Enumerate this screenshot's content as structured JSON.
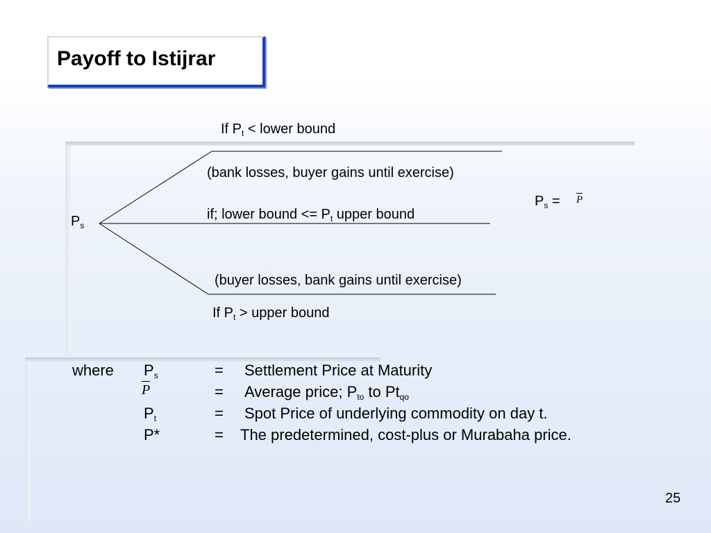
{
  "title": "Payoff to Istijrar",
  "diagram": {
    "upper_branch_label": "If P",
    "upper_branch_sub": "t",
    "upper_branch_rest": " <  lower bound",
    "upper_note": "(bank losses, buyer gains until exercise)",
    "middle_label": "if; lower bound <= P",
    "middle_sub": "t",
    "middle_rest": "  upper bound",
    "lower_note": "(buyer losses, bank gains until exercise)",
    "lower_branch_label": "If P",
    "lower_branch_sub": "t",
    "lower_branch_rest": " >  upper bound",
    "root_label": "P",
    "root_sub": "s",
    "result_label": "P",
    "result_sub": "s",
    "result_eq": " =",
    "result_symbol": "P"
  },
  "legend": {
    "where": "where",
    "rows": [
      {
        "sym": "P",
        "sub": "s",
        "eq": "=",
        "desc": "Settlement Price at Maturity"
      },
      {
        "sym": "P",
        "sub": "",
        "eq": "=",
        "desc": "Average price; P",
        "desc_sub1": "to",
        "desc_mid": " to Pt",
        "desc_sub2": "qo"
      },
      {
        "sym": "P",
        "sub": "t",
        "eq": "=",
        "desc": "Spot Price of underlying commodity on day t."
      },
      {
        "sym": "P*",
        "sub": "",
        "eq": "=",
        "desc": "The predetermined, cost-plus or Murabaha price."
      }
    ]
  },
  "page_number": "25"
}
